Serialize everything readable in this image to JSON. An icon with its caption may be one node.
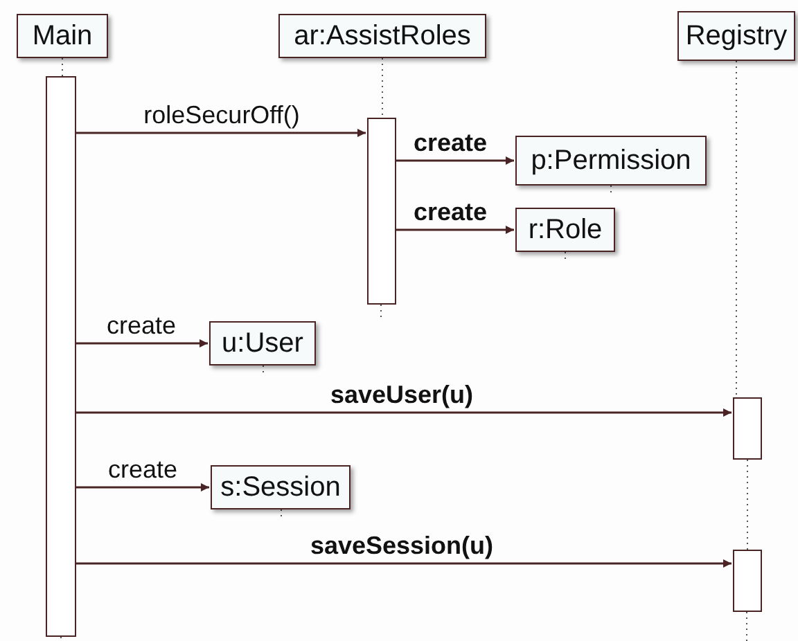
{
  "diagram": {
    "nodes": [
      {
        "text": [
          "Main"
        ]
      },
      {
        "text": [
          "ar:AssistRoles"
        ]
      },
      {
        "text": [
          "Registry"
        ]
      },
      {
        "text": [
          "p:Permission"
        ]
      },
      {
        "text": [
          "r:Role"
        ]
      },
      {
        "text": [
          "u:User"
        ]
      },
      {
        "text": [
          "s:Session"
        ]
      },
      {
        "text": [],
        "shape": "bar"
      },
      {
        "text": [],
        "shape": "bar"
      },
      {
        "text": [],
        "shape": "bar"
      },
      {
        "text": [],
        "shape": "bar"
      }
    ],
    "edges": [
      {
        "from": 7,
        "to": 8,
        "arrow": "to",
        "label": "roleSecurOff()"
      },
      {
        "from": 8,
        "to": 3,
        "arrow": "to",
        "label": "create"
      },
      {
        "from": 8,
        "to": 4,
        "arrow": "to",
        "label": "create"
      },
      {
        "from": 7,
        "to": 5,
        "arrow": "to",
        "label": "create"
      },
      {
        "from": 7,
        "to": 9,
        "arrow": "to",
        "label": "saveUser(u)"
      },
      {
        "from": 7,
        "to": 6,
        "arrow": "to",
        "label": "create"
      },
      {
        "from": 7,
        "to": 10,
        "arrow": "to",
        "label": "saveSession(u)"
      },
      {
        "from": 0,
        "to": 7,
        "arrow": "none",
        "style": "dashed"
      },
      {
        "from": 1,
        "to": 8,
        "arrow": "none",
        "style": "dashed"
      },
      {
        "from": 2,
        "to": 9,
        "arrow": "none",
        "style": "dashed"
      },
      {
        "from": 9,
        "to": 10,
        "arrow": "none",
        "style": "dashed"
      }
    ]
  }
}
